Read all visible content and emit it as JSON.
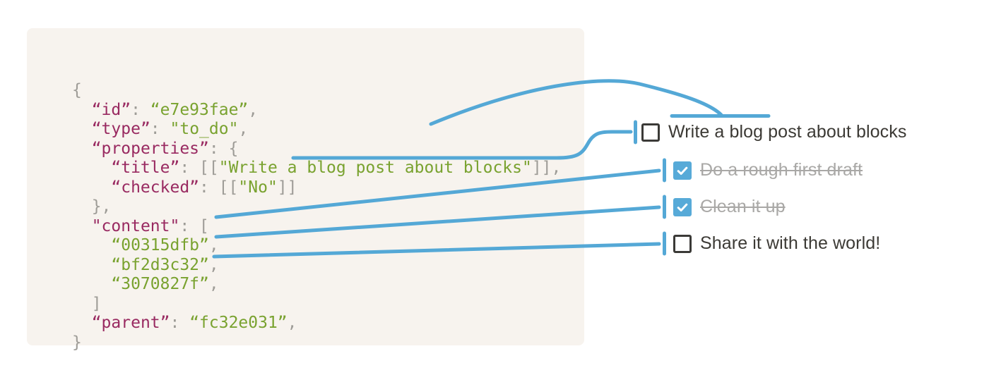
{
  "accent_color": "#54a8d6",
  "code_panel": {
    "background": "#f7f3ee",
    "token_colors": {
      "key": "#992a61",
      "string": "#79a22f",
      "punctuation": "#9e9c97"
    },
    "lines": [
      [
        [
          "pun",
          "{"
        ]
      ],
      [
        [
          "pun",
          "  "
        ],
        [
          "key",
          "“id”"
        ],
        [
          "pun",
          ": "
        ],
        [
          "str",
          "“e7e93fae”"
        ],
        [
          "pun",
          ","
        ]
      ],
      [
        [
          "pun",
          "  "
        ],
        [
          "key",
          "“type”"
        ],
        [
          "pun",
          ": "
        ],
        [
          "str",
          "\"to_do\""
        ],
        [
          "pun",
          ","
        ]
      ],
      [
        [
          "pun",
          "  "
        ],
        [
          "key",
          "“properties”"
        ],
        [
          "pun",
          ": {"
        ]
      ],
      [
        [
          "pun",
          "    "
        ],
        [
          "key",
          "“title”"
        ],
        [
          "pun",
          ": [["
        ],
        [
          "str",
          "\"Write a blog post about blocks\""
        ],
        [
          "pun",
          "]],"
        ]
      ],
      [
        [
          "pun",
          "    "
        ],
        [
          "key",
          "“checked”"
        ],
        [
          "pun",
          ": [["
        ],
        [
          "str",
          "\"No\""
        ],
        [
          "pun",
          "]]"
        ]
      ],
      [
        [
          "pun",
          "  },"
        ]
      ],
      [
        [
          "pun",
          "  "
        ],
        [
          "key",
          "\"content\""
        ],
        [
          "pun",
          ": ["
        ]
      ],
      [
        [
          "pun",
          "    "
        ],
        [
          "str",
          "“00315dfb”"
        ],
        [
          "pun",
          ","
        ]
      ],
      [
        [
          "pun",
          "    "
        ],
        [
          "str",
          "“bf2d3c32”"
        ],
        [
          "pun",
          ","
        ]
      ],
      [
        [
          "pun",
          "    "
        ],
        [
          "str",
          "“3070827f”"
        ],
        [
          "pun",
          ","
        ]
      ],
      [
        [
          "pun",
          "  ]"
        ]
      ],
      [
        [
          "pun",
          "  "
        ],
        [
          "key",
          "“parent”"
        ],
        [
          "pun",
          ": "
        ],
        [
          "str",
          "“fc32e031”"
        ],
        [
          "pun",
          ","
        ]
      ],
      [
        [
          "pun",
          "}"
        ]
      ]
    ]
  },
  "todo_list": {
    "checked_color": "#57aad8",
    "text_color": "#3c3a35",
    "done_text_color": "#a9a8a6",
    "items": [
      {
        "label": "Write a blog post about blocks",
        "checked": false
      },
      {
        "label": "Do a rough first draft",
        "checked": true
      },
      {
        "label": "Clean it up",
        "checked": true
      },
      {
        "label": "Share it with the world!",
        "checked": false
      }
    ]
  }
}
